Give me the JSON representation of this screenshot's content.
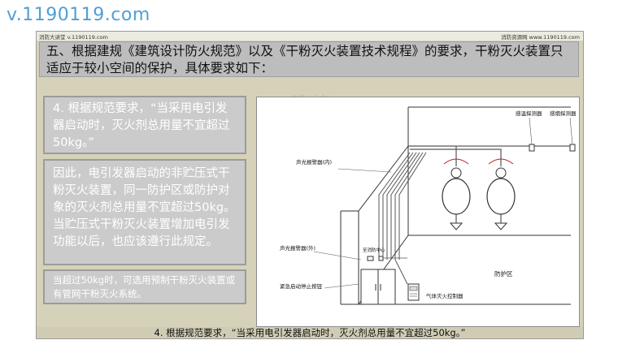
{
  "watermark": "v.1190119.com",
  "topbar": {
    "left": "消防大讲堂 v.1190119.com",
    "right": "消防资源网 www.1190119.com"
  },
  "heading": "五、根据建规《建筑设计防火规范》以及《干粉灭火装置技术规程》的要求，干粉灭火装置只适应于较小空间的保护，具体要求如下：",
  "box1": "4. 根据规范要求，“当采用电引发器启动时，灭火剂总用量不宜超过50kg。”",
  "box2": "因此，电引发器启动的非贮压式干粉灭火装置，同一防护区或防护对象的灭火剂总用量不宜超过50kg。当贮压式干粉灭火装置增加电引发功能以后，也应该遵行此规定。",
  "box3": "当超过50kg时，可选用预制干粉灭火装置或有管网干粉灭火系统。",
  "logo_text": "磐龍",
  "diagram": {
    "label_temp_detector": "感温探测器",
    "label_smoke_detector": "感烟探测器",
    "label_alarm_inner": "声光报警器(内)",
    "label_alarm_outer": "声光报警器(外)",
    "label_control_center": "至消防中心",
    "label_protected_zone": "防护区",
    "label_emergency_button": "紧急启动停止按钮",
    "label_gas_controller": "气体灭火控制器"
  },
  "bottom_caption": "4. 根据规范要求，“当采用电引发器启动时，灭火剂总用量不宜超过50kg。”"
}
